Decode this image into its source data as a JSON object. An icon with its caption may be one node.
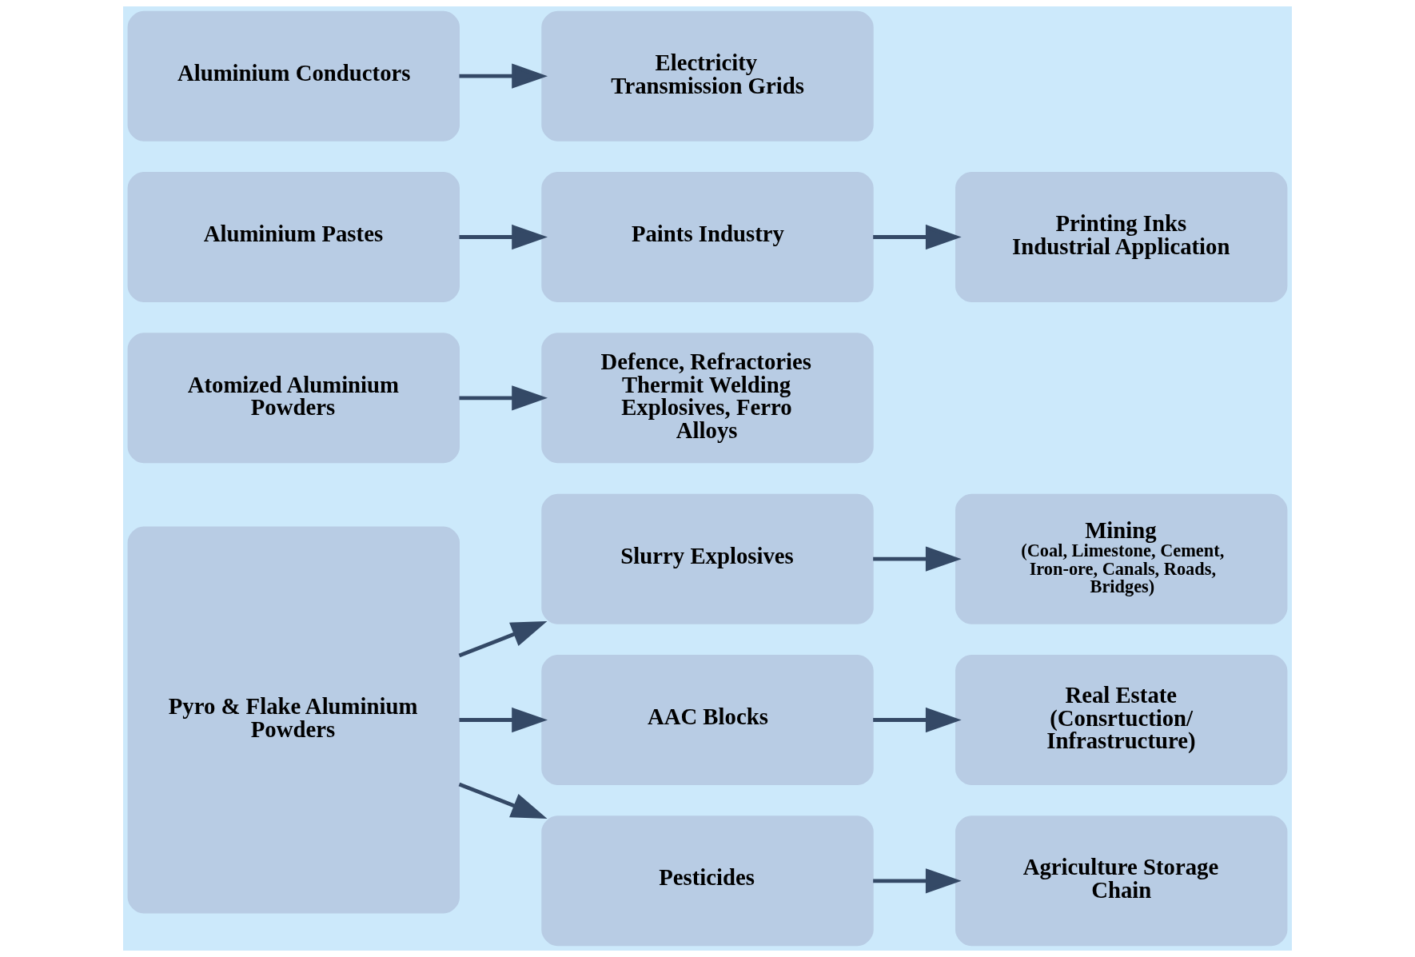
{
  "diagram": {
    "nodes": [
      {
        "text": [
          "Pyro & Flake Aluminium Powders"
        ]
      },
      {
        "text": [
          "Slurry Explosives"
        ]
      },
      {
        "text": [
          "Mining",
          "(Coal, Limestone, Cement, Iron-ore, Canals, Roads, Bridges)"
        ]
      },
      {
        "text": [
          "AAC Blocks"
        ]
      },
      {
        "text": [
          "Real Estate (Consrtuction/ Infrastructure)"
        ]
      },
      {
        "text": [
          "Pesticides"
        ]
      },
      {
        "text": [
          "Agriculture Storage Chain"
        ]
      },
      {
        "text": [
          "Atomized Aluminium Powders"
        ]
      },
      {
        "text": [
          "Defence, Refractories Thermit Welding Explosives, Ferro Alloys"
        ]
      },
      {
        "text": [
          "Aluminium Pastes"
        ]
      },
      {
        "text": [
          "Paints Industry"
        ]
      },
      {
        "text": [
          "Printing Inks Industrial Application"
        ]
      },
      {
        "text": [
          "Aluminium Conductors"
        ]
      },
      {
        "text": [
          "Electricity Transmission Grids"
        ]
      }
    ],
    "edges": [
      {
        "from": 0,
        "to": 1,
        "arrow": "to"
      },
      {
        "from": 1,
        "to": 2,
        "arrow": "to"
      },
      {
        "from": 0,
        "to": 3,
        "arrow": "to"
      },
      {
        "from": 3,
        "to": 4,
        "arrow": "to"
      },
      {
        "from": 0,
        "to": 5,
        "arrow": "to"
      },
      {
        "from": 5,
        "to": 6,
        "arrow": "to"
      },
      {
        "from": 7,
        "to": 8,
        "arrow": "to"
      },
      {
        "from": 9,
        "to": 10,
        "arrow": "to"
      },
      {
        "from": 10,
        "to": 11,
        "arrow": "to"
      },
      {
        "from": 12,
        "to": 13,
        "arrow": "to"
      }
    ]
  }
}
